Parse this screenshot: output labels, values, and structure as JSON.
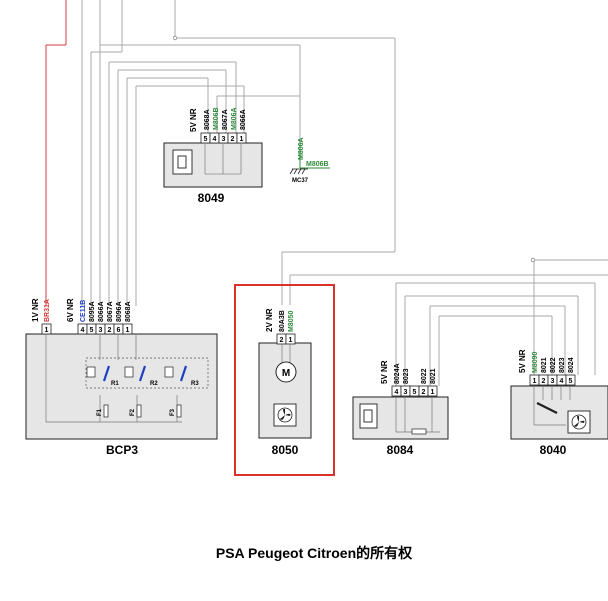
{
  "colors": {
    "wire": "#a9a9a9",
    "wire_red": "#d23c3c",
    "wire_green": "#2d8a3a",
    "wire_blue": "#1f3fc4",
    "box_fill": "#e6e6e6",
    "highlight": "#d9342b",
    "text": "#111111"
  },
  "blocks": {
    "b8049": {
      "name": "8049",
      "voltage": "5V NR",
      "pins": [
        "5",
        "4",
        "3",
        "2",
        "1"
      ],
      "wires": [
        "8068A",
        "M806B",
        "8067A",
        "M806A",
        "8066A"
      ],
      "icon": "switch-icon"
    },
    "ground_mc37": {
      "wire_top": "M806A",
      "wire_side": "M806B",
      "name": "MC37",
      "icon": "ground-icon"
    },
    "bcp3": {
      "name": "BCP3",
      "connector1": {
        "voltage": "1V NR",
        "pins": [
          "1"
        ],
        "wires": [
          "BR31A"
        ]
      },
      "connector2": {
        "voltage": "6V NR",
        "pins": [
          "4",
          "5",
          "3",
          "2",
          "6",
          "1"
        ],
        "wires": [
          "CE11B",
          "8095A",
          "8066A",
          "8067A",
          "8096A",
          "8068A"
        ]
      },
      "relays": [
        "R1",
        "R2",
        "R3"
      ],
      "fuses": [
        "F1",
        "F2",
        "F3"
      ]
    },
    "b8050": {
      "name": "8050",
      "voltage": "2V NR",
      "pins": [
        "2",
        "1"
      ],
      "wires": [
        "80A3B",
        "M8050"
      ],
      "icons": [
        "motor-icon",
        "fan-icon"
      ],
      "motor_label": "M"
    },
    "b8084": {
      "name": "8084",
      "voltage": "5V NR",
      "pins": [
        "4",
        "3",
        "5",
        "2",
        "1"
      ],
      "wires": [
        "8024A",
        "8023",
        "8022",
        "8021"
      ]
    },
    "b8040": {
      "name": "8040",
      "voltage": "5V NR",
      "pins": [
        "1",
        "2",
        "3",
        "4",
        "5"
      ],
      "wires": [
        "M8090",
        "8021",
        "8022",
        "8023",
        "8024"
      ]
    }
  },
  "footer": {
    "copyright": "PSA Peugeot Citroen的所有权"
  }
}
